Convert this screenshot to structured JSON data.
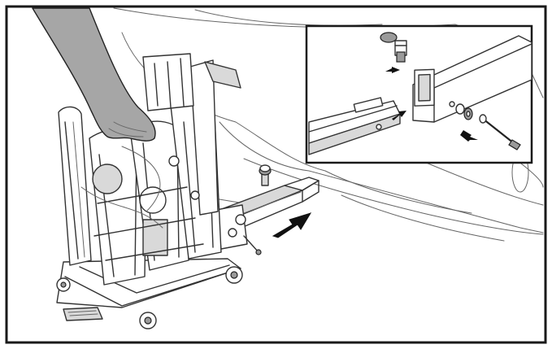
{
  "figure": {
    "border_color": "#1a1a1a",
    "line_color": "#333333",
    "arm_fill": "#a6a6a6",
    "arrow_fill": "#111111",
    "parts": {
      "car-rear-outline-icon": "car rear bumper",
      "hitch-receiver-icon": "hitch receiver tube",
      "bike-rack-icon": "folded bike rack",
      "hand-arm-icon": "hand pushing rack",
      "insertion-arrow-icon": "push direction arrow",
      "detail-inset-icon": "receiver connection detail",
      "hitch-pin-icon": "hitch pin and washers",
      "anti-rattle-knob-icon": "tightening knob"
    }
  }
}
